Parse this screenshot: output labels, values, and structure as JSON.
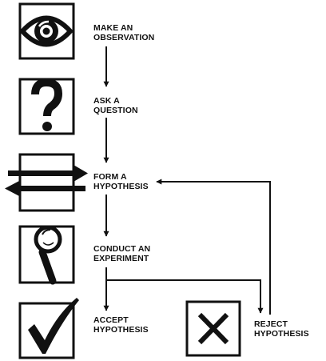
{
  "steps": [
    {
      "id": "observe",
      "line1": "MAKE AN",
      "line2": "OBSERVATION",
      "icon": "eye-icon"
    },
    {
      "id": "question",
      "line1": "ASK A",
      "line2": "QUESTION",
      "icon": "question-mark-icon"
    },
    {
      "id": "hypothesis",
      "line1": "FORM A",
      "line2": "HYPOTHESIS",
      "icon": "opposing-arrows-icon"
    },
    {
      "id": "experiment",
      "line1": "CONDUCT AN",
      "line2": "EXPERIMENT",
      "icon": "magnifying-glass-icon"
    },
    {
      "id": "accept",
      "line1": "ACCEPT",
      "line2": "HYPOTHESIS",
      "icon": "checkmark-icon"
    },
    {
      "id": "reject",
      "line1": "REJECT",
      "line2": "HYPOTHESIS",
      "icon": "x-mark-icon"
    }
  ],
  "colors": {
    "ink": "#111111",
    "background": "#ffffff"
  }
}
